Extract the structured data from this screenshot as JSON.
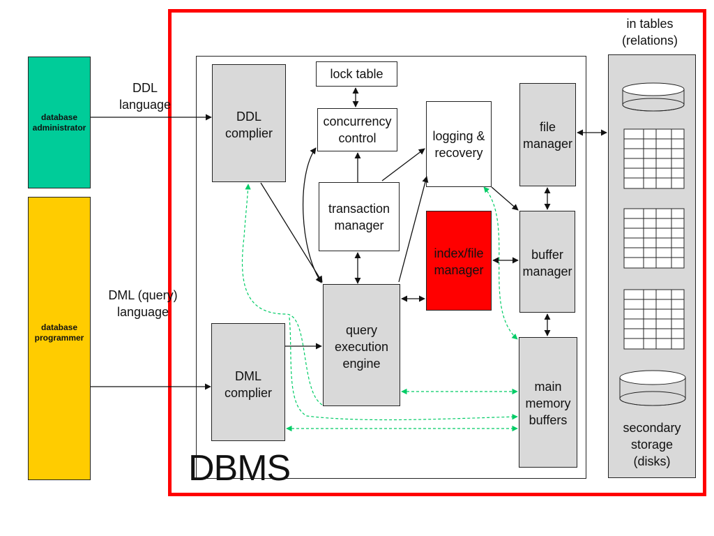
{
  "colors": {
    "dbms_border": "#ff0000",
    "administrator_block": "#00cc99",
    "programmer_block": "#ffcc00",
    "component_fill": "#d9d9d9",
    "highlighted_component": "#ff0000",
    "dashed_connector": "#00cc66"
  },
  "actors": {
    "administrator": "database\nadministrator",
    "programmer": "database\nprogrammer"
  },
  "languages": {
    "ddl": "DDL\nlanguage",
    "dml": "DML (query)\nlanguage"
  },
  "components": {
    "ddl_compiler": "DDL\ncomplier",
    "dml_compiler": "DML\ncomplier",
    "lock_table": "lock table",
    "concurrency_control": "concurrency\ncontrol",
    "transaction_manager": "transaction\nmanager",
    "logging_recovery": "logging &\nrecovery",
    "index_file_manager": "index/file\nmanager",
    "query_execution_engine": "query\nexecution\nengine",
    "file_manager": "file\nmanager",
    "buffer_manager": "buffer\nmanager",
    "main_memory_buffers": "main\nmemory\nbuffers"
  },
  "storage": {
    "top_note": "in tables\n(relations)",
    "caption": "secondary\nstorage\n(disks)"
  },
  "dbms_label": "DBMS"
}
